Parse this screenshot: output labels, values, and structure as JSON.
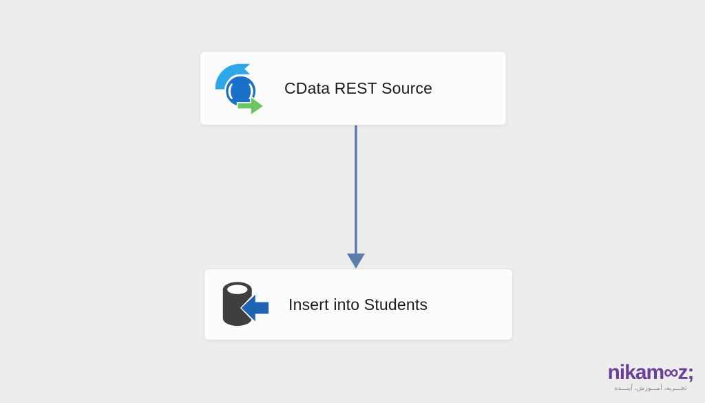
{
  "surface": {
    "background": "#ededed"
  },
  "nodes": [
    {
      "label": "CData REST Source",
      "icon": "rest-source-icon",
      "role": "source"
    },
    {
      "label": "Insert into Students",
      "icon": "database-destination-icon",
      "role": "destination"
    }
  ],
  "connector": {
    "from": "CData REST Source",
    "to": "Insert into Students",
    "direction": "down",
    "color": "#5b7dab"
  },
  "watermark": {
    "brand": "nikam∞z;",
    "tagline": "تجـــربه، آمـــوزش، آینـــده",
    "brand_color": "#6b4198",
    "tagline_color": "#8c8c8c"
  },
  "colors": {
    "node_background": "#fcfcfc",
    "node_border": "#e6e6e6",
    "label_text": "#1a1a1a",
    "rest_icon_circle_blue": "#1a6fc9",
    "rest_icon_ribbon_lightblue": "#2ea7e8",
    "rest_icon_arrow_green": "#6cc463",
    "db_icon_cylinder_dark": "#3f3f3f",
    "db_icon_arrow_blue": "#1f64b4"
  }
}
